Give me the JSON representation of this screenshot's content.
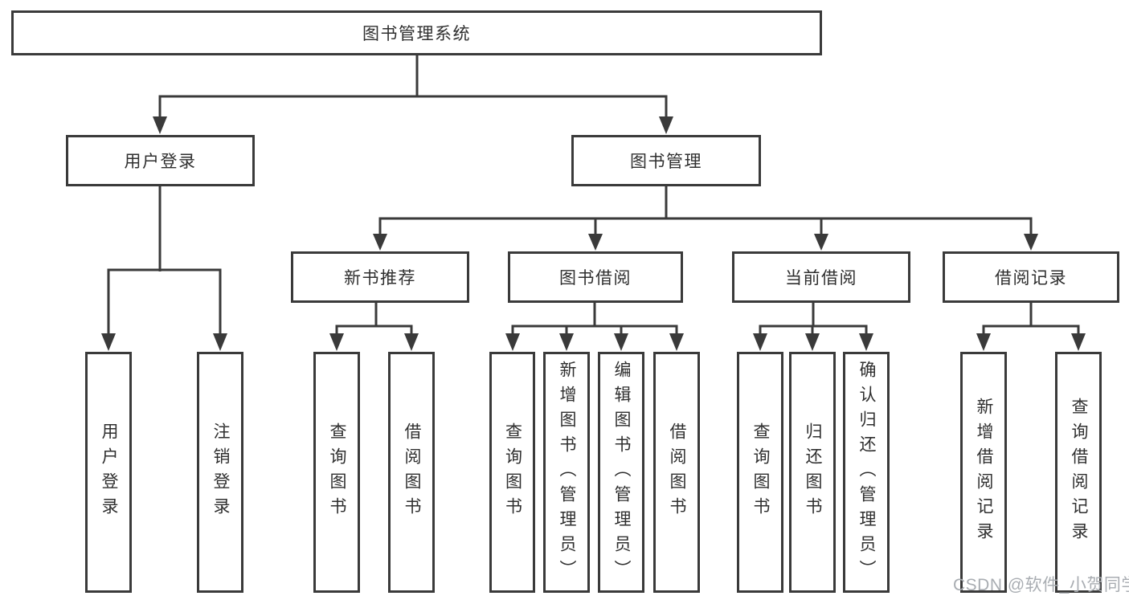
{
  "diagram": {
    "title": "图书管理系统",
    "watermark": "CSDN @软件_小贺同学",
    "colors": {
      "line": "#3a3a3a",
      "text": "#2f2f2f",
      "background": "#ffffff",
      "watermark": "#a9adb2"
    }
  },
  "nodes": {
    "root": {
      "label": "图书管理系统"
    },
    "user_login": {
      "label": "用户登录"
    },
    "book_mgmt": {
      "label": "图书管理"
    },
    "new_book_rec": {
      "label": "新书推荐"
    },
    "book_borrow": {
      "label": "图书借阅"
    },
    "current_borrow": {
      "label": "当前借阅"
    },
    "borrow_record": {
      "label": "借阅记录"
    },
    "user_login_leaf": {
      "label": "用户登录"
    },
    "logout_leaf": {
      "label": "注销登录"
    },
    "query_book_1": {
      "label": "查询图书"
    },
    "borrow_book_1": {
      "label": "借阅图书"
    },
    "query_book_2": {
      "label": "查询图书"
    },
    "add_book": {
      "label": "新增图书（管理员）"
    },
    "edit_book": {
      "label": "编辑图书（管理员）"
    },
    "borrow_book_2": {
      "label": "借阅图书"
    },
    "query_book_3": {
      "label": "查询图书"
    },
    "return_book": {
      "label": "归还图书"
    },
    "confirm_return": {
      "label": "确认归还（管理员）"
    },
    "add_borrow_record": {
      "label": "新增借阅记录"
    },
    "query_borrow_record": {
      "label": "查询借阅记录"
    }
  },
  "edges": [
    [
      "root",
      "user_login"
    ],
    [
      "root",
      "book_mgmt"
    ],
    [
      "user_login",
      "user_login_leaf"
    ],
    [
      "user_login",
      "logout_leaf"
    ],
    [
      "book_mgmt",
      "new_book_rec"
    ],
    [
      "book_mgmt",
      "book_borrow"
    ],
    [
      "book_mgmt",
      "current_borrow"
    ],
    [
      "book_mgmt",
      "borrow_record"
    ],
    [
      "new_book_rec",
      "query_book_1"
    ],
    [
      "new_book_rec",
      "borrow_book_1"
    ],
    [
      "book_borrow",
      "query_book_2"
    ],
    [
      "book_borrow",
      "add_book"
    ],
    [
      "book_borrow",
      "edit_book"
    ],
    [
      "book_borrow",
      "borrow_book_2"
    ],
    [
      "current_borrow",
      "query_book_3"
    ],
    [
      "current_borrow",
      "return_book"
    ],
    [
      "current_borrow",
      "confirm_return"
    ],
    [
      "borrow_record",
      "add_borrow_record"
    ],
    [
      "borrow_record",
      "query_borrow_record"
    ]
  ]
}
